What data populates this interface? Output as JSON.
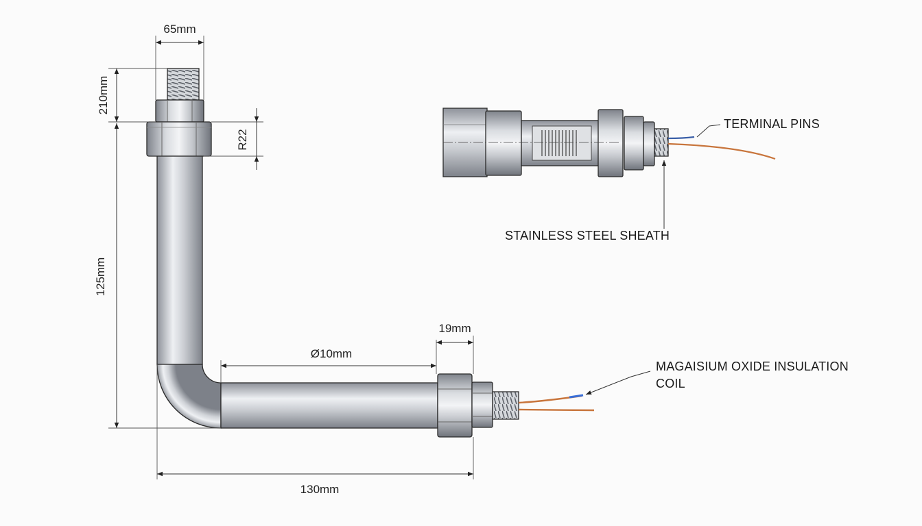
{
  "dimensions": {
    "top_width": "65mm",
    "thread_height": "210mm",
    "nut_height": "R22",
    "vertical_length": "125mm",
    "horizontal_diameter": "Ø10mm",
    "end_fitting": "19mm",
    "overall_length": "130mm"
  },
  "labels": {
    "terminal_pins": "TERMINAL PINS",
    "sheath": "STAINLESS STEEL SHEATH",
    "insulation_line1": "MAGAISIUM OXIDE INSULATION",
    "insulation_line2": "COIL"
  },
  "colors": {
    "metal_light": "#e4e6ea",
    "metal_dark": "#8e929a",
    "wire_copper": "#c8753c",
    "wire_blue": "#3a6fd8",
    "line": "#2a2a2a"
  }
}
